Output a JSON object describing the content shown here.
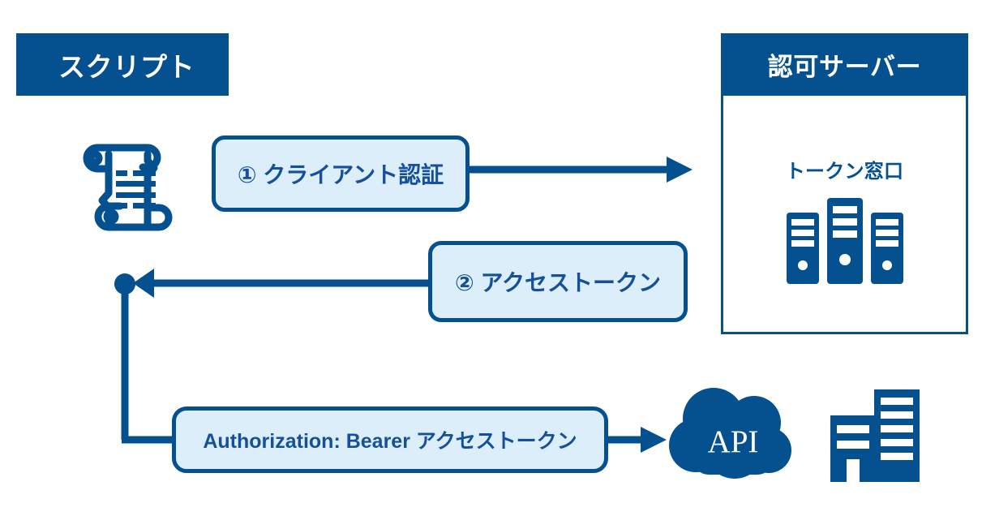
{
  "diagram": {
    "title_left": "スクリプト",
    "title_right": "認可サーバー",
    "colors": {
      "primary_blue": "#05508f",
      "callout_fill": "#dbeefa",
      "callout_text": "#15509a",
      "white": "#ffffff"
    }
  },
  "left_column": {
    "banner_label": "スクリプト",
    "actor_icon": "scroll-script-icon"
  },
  "right_column": {
    "banner_label": "認可サーバー",
    "panel_label": "トークン窓口",
    "panel_icon": "server-rack-icon"
  },
  "messages": [
    {
      "id": "step-1",
      "label": "① クライアント認証",
      "direction": "right",
      "from": "script",
      "to": "auth-server"
    },
    {
      "id": "step-2",
      "label": "② アクセストークン",
      "direction": "left",
      "from": "auth-server",
      "to": "script"
    },
    {
      "id": "step-3",
      "label": "Authorization: Bearer アクセストークン",
      "direction": "right",
      "from": "script",
      "to": "api"
    }
  ],
  "api_target": {
    "cloud_label": "API",
    "cloud_icon": "cloud-icon",
    "building_icon": "office-building-icon"
  }
}
